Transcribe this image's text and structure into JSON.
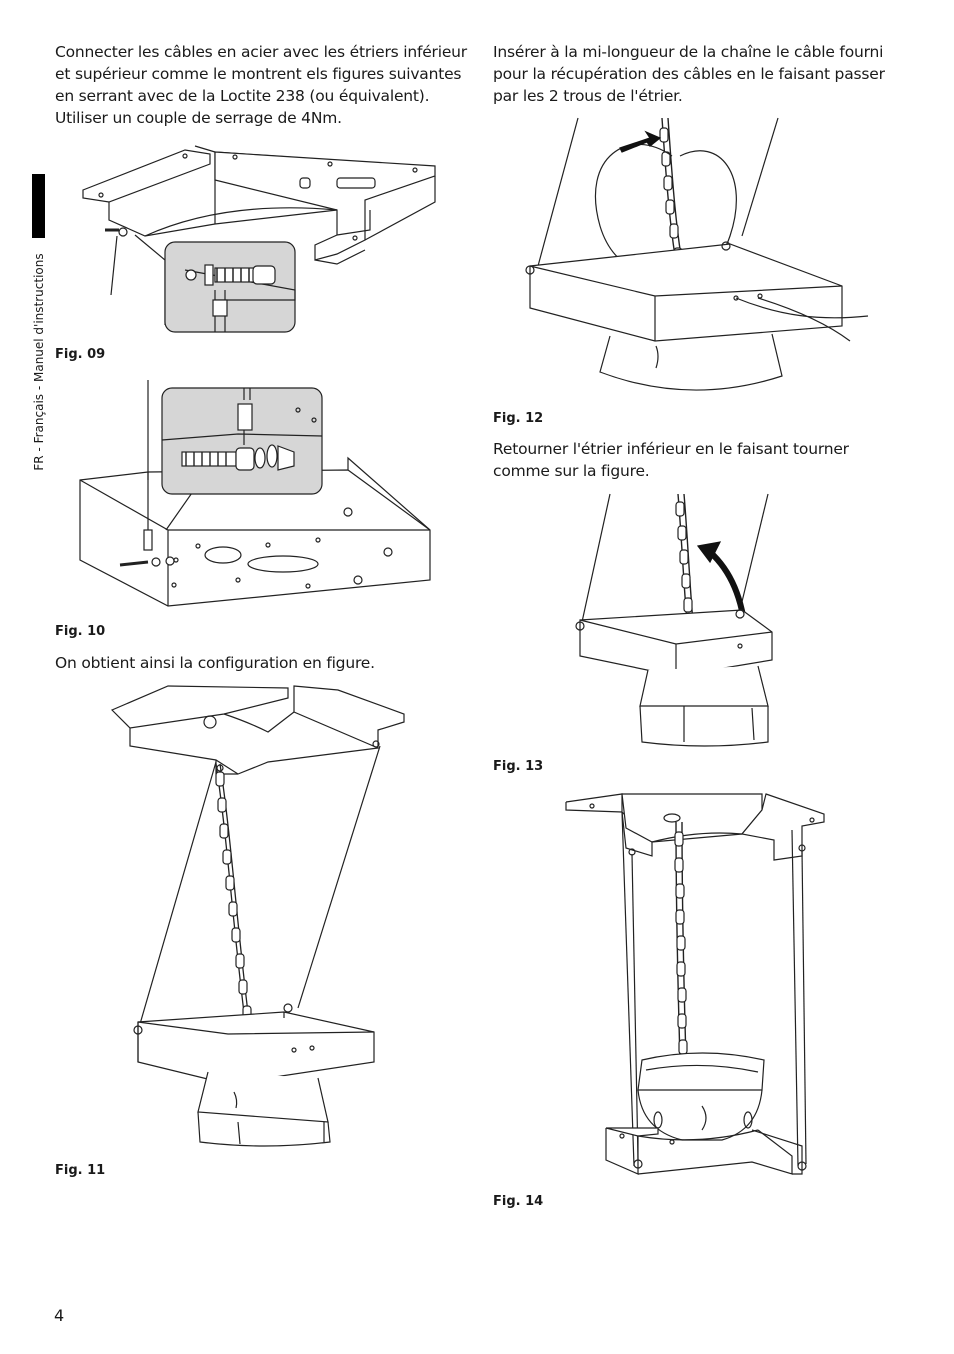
{
  "side_label": "FR - Français - Manuel d'instructions",
  "page_number": "4",
  "left_column": {
    "intro_lines": [
      "Connecter les câbles en acier avec les étriers inférieur",
      "et supérieur comme le montrent els figures suivantes",
      "en serrant avec de la Loctite 238 (ou équivalent).",
      "Utiliser un couple de serrage de 4Nm."
    ],
    "fig09_caption": "Fig. 09",
    "fig10_caption": "Fig. 10",
    "config_text": "On obtient ainsi la configuration en figure.",
    "fig11_caption": "Fig. 11"
  },
  "right_column": {
    "insert_lines": [
      "Insérer à la mi-longueur de la chaîne le câble fourni",
      "pour la récupération des câbles en le faisant passer",
      "par les 2 trous de l'étrier."
    ],
    "fig12_caption": "Fig. 12",
    "rotate_lines": [
      "Retourner l'étrier inférieur en le faisant tourner",
      "comme sur la figure."
    ],
    "fig13_caption": "Fig. 13",
    "fig14_caption": "Fig. 14"
  }
}
